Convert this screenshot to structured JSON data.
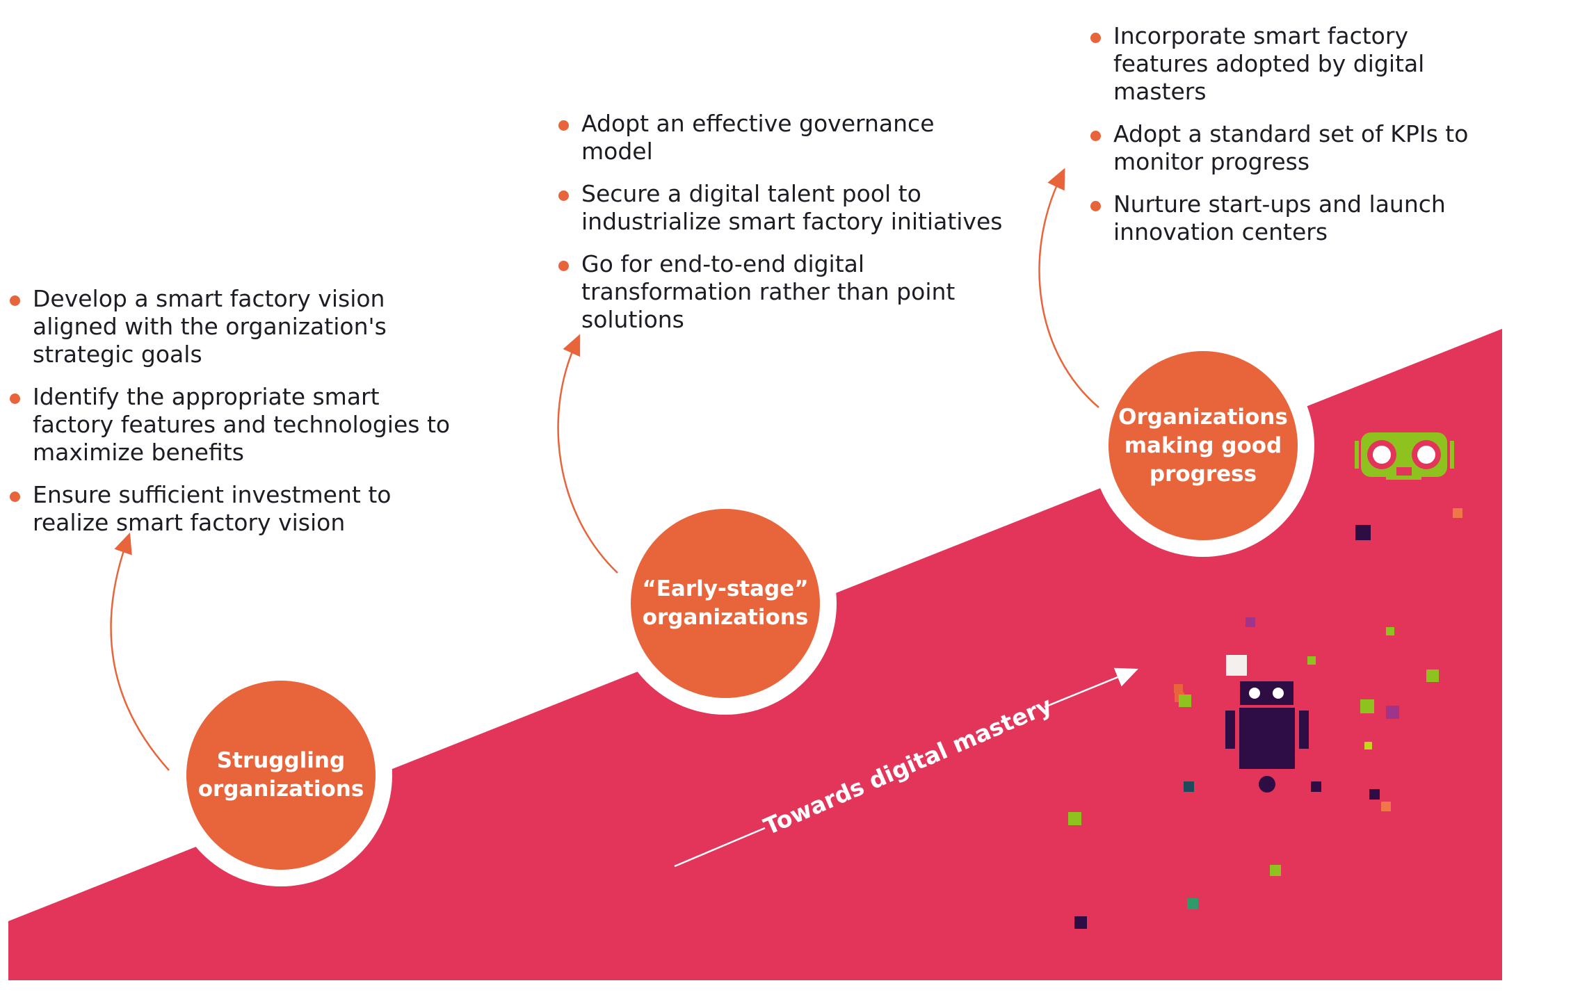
{
  "colors": {
    "background": "#ffffff",
    "ramp": "#e3345a",
    "stage_circle": "#e8643a",
    "bullet": "#e8643a",
    "text": "#1e1b24",
    "robot": "#2e0d45",
    "vr_headset": "#8ec21f"
  },
  "stages": [
    {
      "label_lines": [
        "Struggling",
        "organizations"
      ],
      "bullets": [
        "Develop a smart factory vision aligned with the organization's strategic goals",
        "Identify the appropriate smart factory features and technologies to maximize benefits",
        "Ensure sufficient investment to realize smart factory vision"
      ]
    },
    {
      "label_lines": [
        "“Early-stage”",
        "organizations"
      ],
      "bullets": [
        "Adopt an effective governance model",
        "Secure a digital talent pool to industrialize smart factory initiatives",
        "Go for end-to-end digital transformation rather than point solutions"
      ]
    },
    {
      "label_lines": [
        "Organizations",
        "making good",
        "progress"
      ],
      "bullets": [
        "Incorporate smart factory features adopted by digital masters",
        "Adopt a standard set of KPIs to monitor progress",
        "Nurture start-ups and launch innovation centers"
      ]
    }
  ],
  "progress_arrow_label": "Towards digital mastery",
  "icons": [
    "robot-icon",
    "vr-headset-icon"
  ]
}
